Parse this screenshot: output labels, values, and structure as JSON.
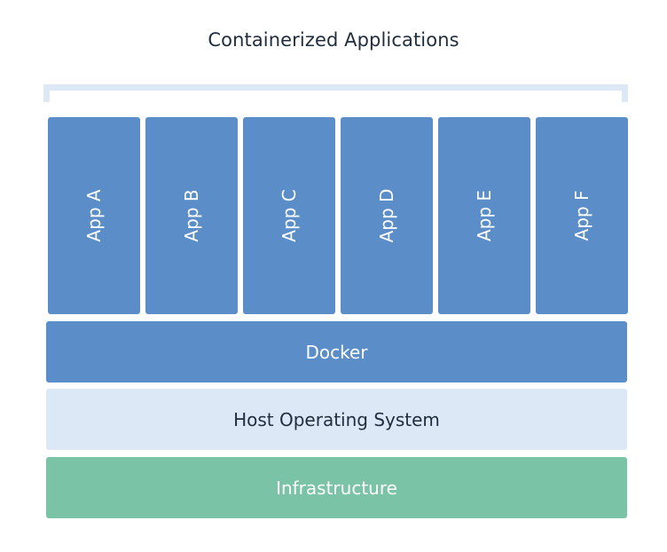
{
  "title": "Containerized Applications",
  "apps": [
    "App A",
    "App B",
    "App C",
    "App D",
    "App E",
    "App F"
  ],
  "layers": {
    "docker": "Docker",
    "host_os": "Host Operating System",
    "infrastructure": "Infrastructure"
  },
  "colors": {
    "app": "#5b8ec9",
    "docker": "#5b8ec9",
    "host_os": "#dce8f6",
    "infrastructure": "#7bc3a6",
    "bracket": "#dde8f6"
  }
}
